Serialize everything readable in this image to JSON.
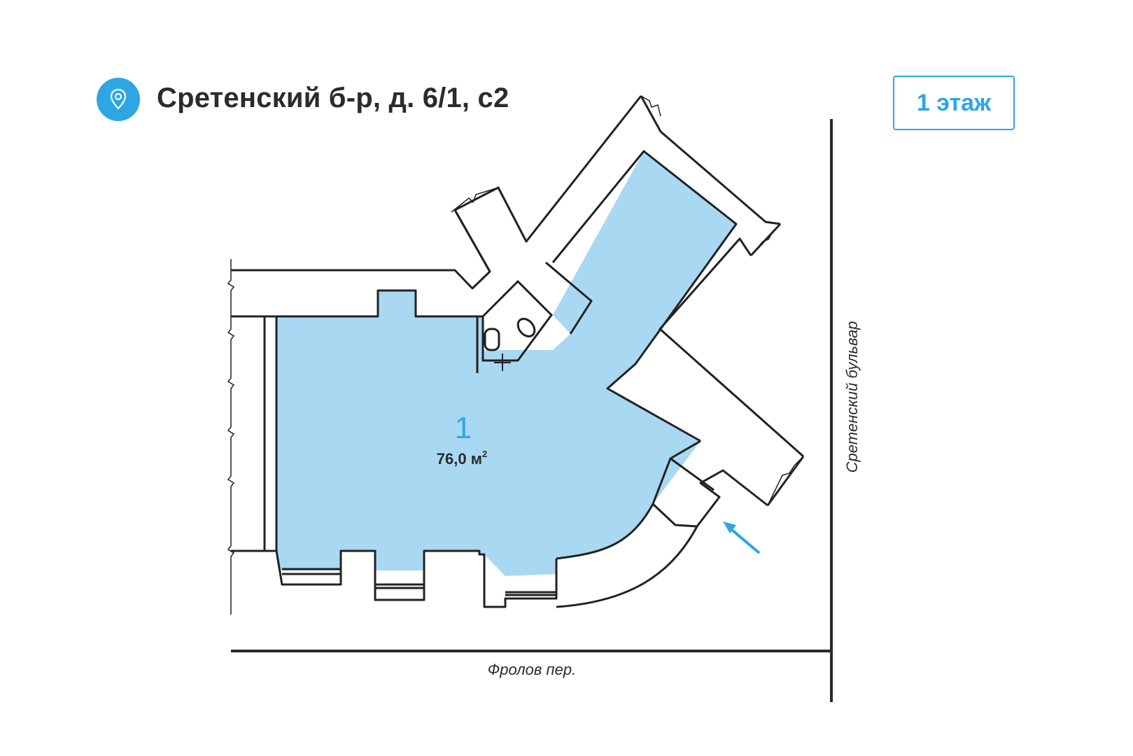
{
  "header": {
    "address": "Сретенский б-р, д. 6/1, с2",
    "pin_icon": "map-pin-icon",
    "floor_label": "1 этаж"
  },
  "plan": {
    "rooms": [
      {
        "number": "1",
        "area": "76,0 м",
        "area_unit_sup": "2"
      }
    ],
    "streets": {
      "bottom": "Фролов пер.",
      "right": "Сретенский бульвар"
    },
    "entrance_icon": "arrow-icon"
  },
  "colors": {
    "accent": "#2ea6e4",
    "room_fill": "#a9d8f2",
    "wall": "#222222",
    "text": "#2b2b2b"
  }
}
